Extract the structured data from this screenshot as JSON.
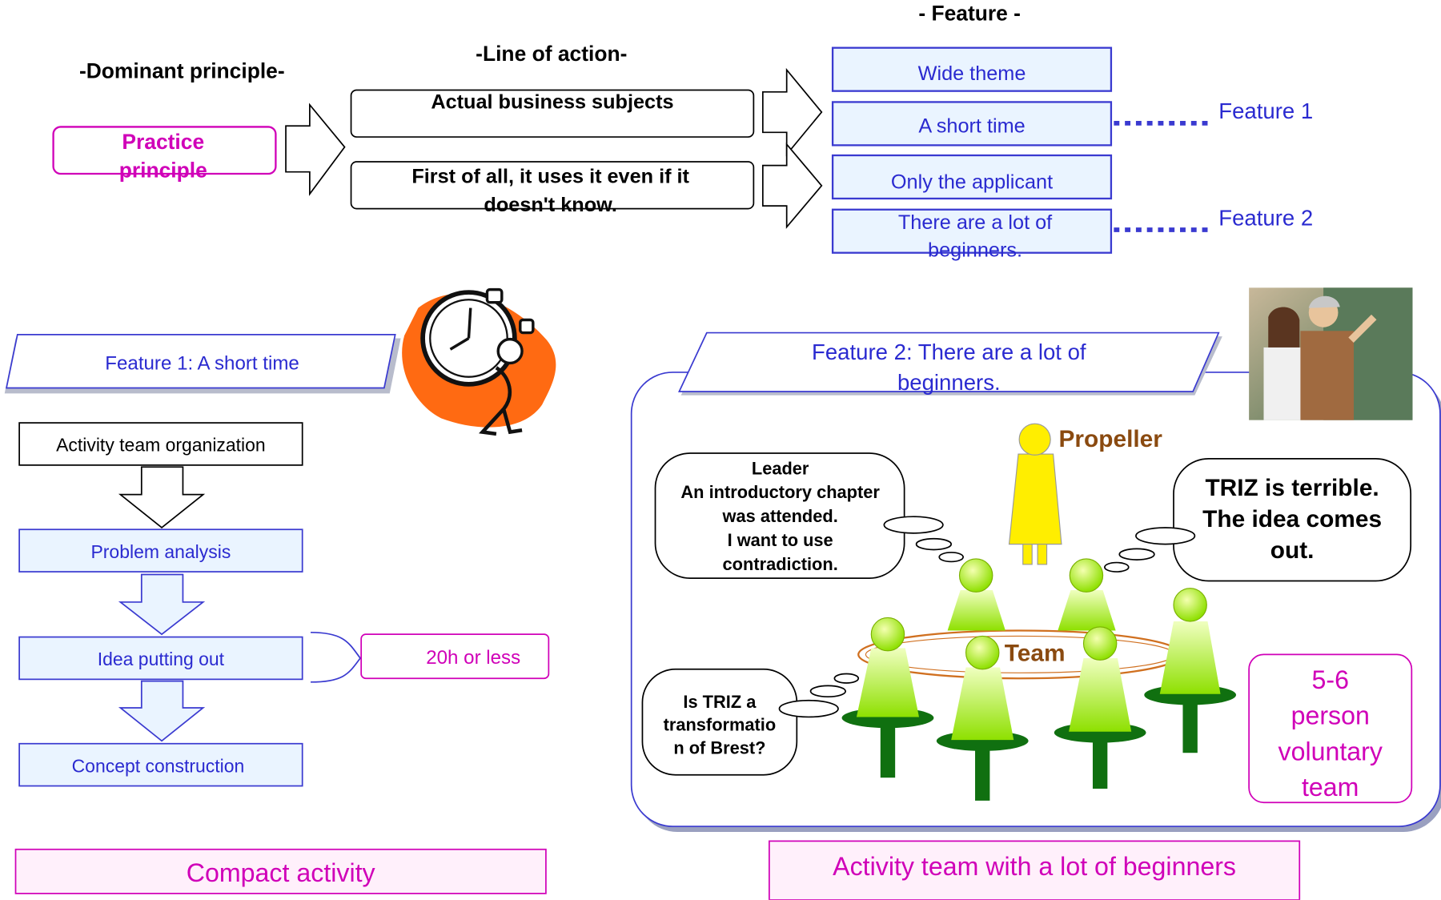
{
  "headers": {
    "dominant": "-Dominant principle-",
    "line_of_action": "-Line of action-",
    "feature": "- Feature -"
  },
  "principle": "Practice principle",
  "actions": [
    "Actual business subjects",
    "First of all, it uses it even if it doesn't know."
  ],
  "features": [
    "Wide theme",
    "A short time",
    "Only the applicant",
    "There are a lot of beginners."
  ],
  "feature_labels": [
    "Feature 1",
    "Feature 2"
  ],
  "feature1_title": "Feature 1: A short time",
  "flow": [
    "Activity team organization",
    "Problem analysis",
    "Idea putting out",
    "Concept construction"
  ],
  "time_note": "20h or less",
  "compact": "Compact activity",
  "feature2_title": "Feature 2: There are a lot of beginners.",
  "leader_bubble": [
    "Leader",
    "An introductory chapter",
    "was attended.",
    "I want to use",
    "contradiction."
  ],
  "propeller": "Propeller",
  "triz_bubble": "TRIZ is terrible. The idea comes out.",
  "team_label": "Team",
  "question_bubble": [
    "Is TRIZ a",
    "transformatio",
    "n of Brest?"
  ],
  "team_size": [
    "5-6",
    "person",
    "voluntary",
    "team"
  ],
  "beginners_caption": "Activity team with a lot of beginners",
  "colors": {
    "blue_text": "#2a2ad0",
    "magenta": "#d000b8",
    "light_blue_fill": "#eaf4ff",
    "figure_green": "#b6f000",
    "stem_green": "#107010",
    "yellow": "#ffee00"
  }
}
